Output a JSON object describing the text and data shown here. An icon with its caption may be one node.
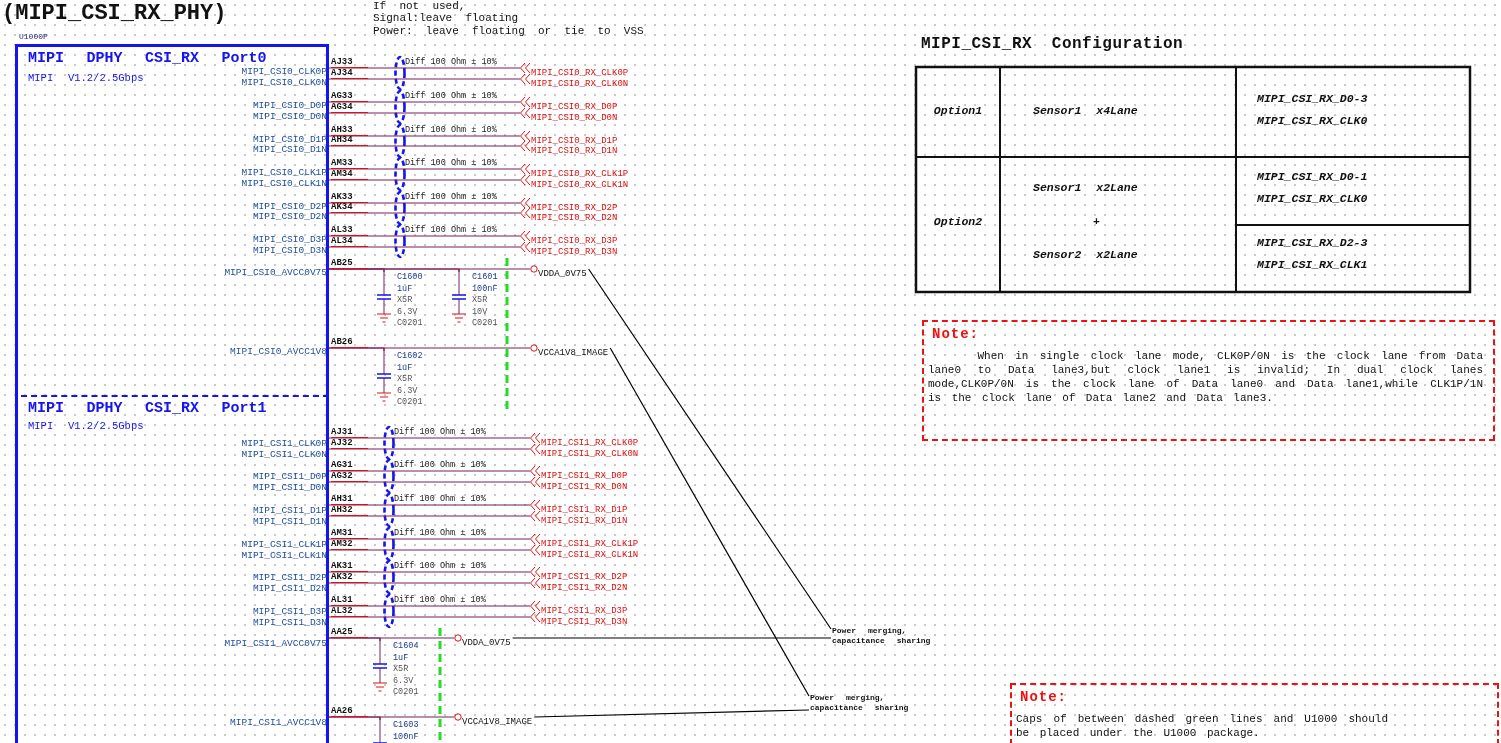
{
  "diagram": {
    "title": "(MIPI_CSI_RX_PHY)",
    "nodes": [
      {
        "text": [
          "U1000P"
        ]
      },
      {
        "text": [
          "MIPI DPHY CSI_RX Port0",
          "MIPI V1.2/2.5Gbps"
        ],
        "in": 0
      },
      {
        "text": [
          "MIPI_CSI0_CLK0P"
        ],
        "beside": [
          "AJ33"
        ],
        "in": 1
      },
      {
        "text": [
          "MIPI_CSI0_CLK0N"
        ],
        "beside": [
          "AJ34"
        ],
        "in": 1
      },
      {
        "text": [
          "MIPI_CSI0_D0P"
        ],
        "beside": [
          "AG33"
        ],
        "in": 1
      },
      {
        "text": [
          "MIPI_CSI0_D0N"
        ],
        "beside": [
          "AG34"
        ],
        "in": 1
      },
      {
        "text": [
          "MIPI_CSI0_D1P"
        ],
        "beside": [
          "AH33"
        ],
        "in": 1
      },
      {
        "text": [
          "MIPI_CSI0_D1N"
        ],
        "beside": [
          "AH34"
        ],
        "in": 1
      },
      {
        "text": [
          "MIPI_CSI0_CLK1P"
        ],
        "beside": [
          "AM33"
        ],
        "in": 1
      },
      {
        "text": [
          "MIPI_CSI0_CLK1N"
        ],
        "beside": [
          "AM34"
        ],
        "in": 1
      },
      {
        "text": [
          "MIPI_CSI0_D2P"
        ],
        "beside": [
          "AK33"
        ],
        "in": 1
      },
      {
        "text": [
          "MIPI_CSI0_D2N"
        ],
        "beside": [
          "AK34"
        ],
        "in": 1
      },
      {
        "text": [
          "MIPI_CSI0_D3P"
        ],
        "beside": [
          "AL33"
        ],
        "in": 1
      },
      {
        "text": [
          "MIPI_CSI0_D3N"
        ],
        "beside": [
          "AL34"
        ],
        "in": 1
      },
      {
        "text": [
          "MIPI_CSI0_AVCC0V75"
        ],
        "beside": [
          "AB25"
        ],
        "in": 1
      },
      {
        "text": [
          "MIPI_CSI0_AVCC1V8"
        ],
        "beside": [
          "AB26"
        ],
        "in": 1
      },
      {
        "text": [
          "MIPI DPHY CSI_RX Port1",
          "MIPI V1.2/2.5Gbps"
        ],
        "in": 0
      },
      {
        "text": [
          "MIPI_CSI1_CLK0P"
        ],
        "beside": [
          "AJ31"
        ],
        "in": 16
      },
      {
        "text": [
          "MIPI_CSI1_CLK0N"
        ],
        "beside": [
          "AJ32"
        ],
        "in": 16
      },
      {
        "text": [
          "MIPI_CSI1_D0P"
        ],
        "beside": [
          "AG31"
        ],
        "in": 16
      },
      {
        "text": [
          "MIPI_CSI1_D0N"
        ],
        "beside": [
          "AG32"
        ],
        "in": 16
      },
      {
        "text": [
          "MIPI_CSI1_D1P"
        ],
        "beside": [
          "AH31"
        ],
        "in": 16
      },
      {
        "text": [
          "MIPI_CSI1_D1N"
        ],
        "beside": [
          "AH32"
        ],
        "in": 16
      },
      {
        "text": [
          "MIPI_CSI1_CLK1P"
        ],
        "beside": [
          "AM31"
        ],
        "in": 16
      },
      {
        "text": [
          "MIPI_CSI1_CLK1N"
        ],
        "beside": [
          "AM32"
        ],
        "in": 16
      },
      {
        "text": [
          "MIPI_CSI1_D2P"
        ],
        "beside": [
          "AK31"
        ],
        "in": 16
      },
      {
        "text": [
          "MIPI_CSI1_D2N"
        ],
        "beside": [
          "AK32"
        ],
        "in": 16
      },
      {
        "text": [
          "MIPI_CSI1_D3P"
        ],
        "beside": [
          "AL31"
        ],
        "in": 16
      },
      {
        "text": [
          "MIPI_CSI1_D3N"
        ],
        "beside": [
          "AL32"
        ],
        "in": 16
      },
      {
        "text": [
          "MIPI_CSI1_AVCC0V75"
        ],
        "beside": [
          "AA25"
        ],
        "in": 16
      },
      {
        "text": [
          "MIPI_CSI1_AVCC1V8"
        ],
        "beside": [
          "AA26"
        ],
        "in": 16
      },
      {
        "text": [
          "MIPI_CSI0_RX_CLK0P"
        ]
      },
      {
        "text": [
          "MIPI_CSI0_RX_CLK0N"
        ]
      },
      {
        "text": [
          "MIPI_CSI0_RX_D0P"
        ]
      },
      {
        "text": [
          "MIPI_CSI0_RX_D0N"
        ]
      },
      {
        "text": [
          "MIPI_CSI0_RX_D1P"
        ]
      },
      {
        "text": [
          "MIPI_CSI0_RX_D1N"
        ]
      },
      {
        "text": [
          "MIPI_CSI0_RX_CLK1P"
        ]
      },
      {
        "text": [
          "MIPI_CSI0_RX_CLK1N"
        ]
      },
      {
        "text": [
          "MIPI_CSI0_RX_D2P"
        ]
      },
      {
        "text": [
          "MIPI_CSI0_RX_D2N"
        ]
      },
      {
        "text": [
          "MIPI_CSI0_RX_D3P"
        ]
      },
      {
        "text": [
          "MIPI_CSI0_RX_D3N"
        ]
      },
      {
        "text": [
          "VDDA_0V75"
        ]
      },
      {
        "text": [
          "VCCA1V8_IMAGE"
        ]
      },
      {
        "text": [
          "C1600",
          "1uF",
          "X5R",
          "6.3V",
          "C0201"
        ]
      },
      {
        "text": [
          "C1601",
          "100nF",
          "X5R",
          "10V",
          "C0201"
        ]
      },
      {
        "text": [
          "C1602",
          "1uF",
          "X5R",
          "6.3V",
          "C0201"
        ]
      },
      {
        "text": [
          "MIPI_CSI1_RX_CLK0P"
        ]
      },
      {
        "text": [
          "MIPI_CSI1_RX_CLK0N"
        ]
      },
      {
        "text": [
          "MIPI_CSI1_RX_D0P"
        ]
      },
      {
        "text": [
          "MIPI_CSI1_RX_D0N"
        ]
      },
      {
        "text": [
          "MIPI_CSI1_RX_D1P"
        ]
      },
      {
        "text": [
          "MIPI_CSI1_RX_D1N"
        ]
      },
      {
        "text": [
          "MIPI_CSI1_RX_CLK1P"
        ]
      },
      {
        "text": [
          "MIPI_CSI1_RX_CLK1N"
        ]
      },
      {
        "text": [
          "MIPI_CSI1_RX_D2P"
        ]
      },
      {
        "text": [
          "MIPI_CSI1_RX_D2N"
        ]
      },
      {
        "text": [
          "MIPI_CSI1_RX_D3P"
        ]
      },
      {
        "text": [
          "MIPI_CSI1_RX_D3N"
        ]
      },
      {
        "text": [
          "VDDA_0V75"
        ]
      },
      {
        "text": [
          "VCCA1V8_IMAGE"
        ]
      },
      {
        "text": [
          "C1604",
          "1uF",
          "X5R",
          "6.3V",
          "C0201"
        ]
      },
      {
        "text": [
          "C1603",
          "100nF"
        ]
      },
      {
        "text": [
          "Power merging, capacitance sharing"
        ]
      },
      {
        "text": [
          "Power merging, capacitance sharing"
        ]
      },
      {
        "text": [
          "Note:",
          "When in single clock lane mode, CLK0P/0N is the clock lane from Data lane0 to Data lane3,but clock lane1 is invalid; In dual clock lanes mode,CLK0P/0N is the clock lane of Data lane0 and Data lane1,while CLK1P/1N is the clock lane of Data lane2 and Data lane3."
        ]
      },
      {
        "text": [
          "Note:",
          "Caps of between dashed green lines and U1000 should be placed under the U1000 package."
        ]
      }
    ],
    "edges": [
      {
        "from": 2,
        "to": 31,
        "arrow": "none"
      },
      {
        "from": 3,
        "to": 32,
        "arrow": "none"
      },
      {
        "from": 4,
        "to": 33,
        "arrow": "none"
      },
      {
        "from": 5,
        "to": 34,
        "arrow": "none"
      },
      {
        "from": 6,
        "to": 35,
        "arrow": "none"
      },
      {
        "from": 7,
        "to": 36,
        "arrow": "none"
      },
      {
        "from": 8,
        "to": 37,
        "arrow": "none"
      },
      {
        "from": 9,
        "to": 38,
        "arrow": "none"
      },
      {
        "from": 10,
        "to": 39,
        "arrow": "none"
      },
      {
        "from": 11,
        "to": 40,
        "arrow": "none"
      },
      {
        "from": 12,
        "to": 41,
        "arrow": "none"
      },
      {
        "from": 13,
        "to": 42,
        "arrow": "none"
      },
      {
        "from": 14,
        "to": 43,
        "arrow": "none"
      },
      {
        "from": 15,
        "to": 44,
        "arrow": "none"
      },
      {
        "from": 14,
        "to": 45,
        "arrow": "none"
      },
      {
        "from": 14,
        "to": 46,
        "arrow": "none"
      },
      {
        "from": 15,
        "to": 47,
        "arrow": "none"
      },
      {
        "from": 17,
        "to": 48,
        "arrow": "none"
      },
      {
        "from": 18,
        "to": 49,
        "arrow": "none"
      },
      {
        "from": 19,
        "to": 50,
        "arrow": "none"
      },
      {
        "from": 20,
        "to": 51,
        "arrow": "none"
      },
      {
        "from": 21,
        "to": 52,
        "arrow": "none"
      },
      {
        "from": 22,
        "to": 53,
        "arrow": "none"
      },
      {
        "from": 23,
        "to": 54,
        "arrow": "none"
      },
      {
        "from": 24,
        "to": 55,
        "arrow": "none"
      },
      {
        "from": 25,
        "to": 56,
        "arrow": "none"
      },
      {
        "from": 26,
        "to": 57,
        "arrow": "none"
      },
      {
        "from": 27,
        "to": 58,
        "arrow": "none"
      },
      {
        "from": 28,
        "to": 59,
        "arrow": "none"
      },
      {
        "from": 29,
        "to": 60,
        "arrow": "none"
      },
      {
        "from": 30,
        "to": 61,
        "arrow": "none"
      },
      {
        "from": 29,
        "to": 62,
        "arrow": "none"
      },
      {
        "from": 30,
        "to": 63,
        "arrow": "none"
      },
      {
        "from": 43,
        "to": 64,
        "arrow": "none",
        "color": "#000000"
      },
      {
        "from": 60,
        "to": 64,
        "arrow": "none",
        "color": "#000000"
      },
      {
        "from": 44,
        "to": 65,
        "arrow": "none",
        "color": "#000000"
      },
      {
        "from": 61,
        "to": 65,
        "arrow": "none",
        "color": "#000000"
      }
    ],
    "labels": [
      "If not used,",
      "Signal:leave floating",
      "Power: leave floating or tie to VSS",
      "MIPI_CSI_RX Configuration",
      "Option1",
      "Sensor1 x4Lane",
      "MIPI_CSI_RX_D0-3 MIPI_CSI_RX_CLK0",
      "Option2",
      "Sensor1 x2Lane",
      "+",
      "Sensor2 x2Lane",
      "MIPI_CSI_RX_D0-1 MIPI_CSI_RX_CLK0",
      "MIPI_CSI_RX_D2-3 MIPI_CSI_RX_CLK1",
      "Diff 100 Ohm ± 10%",
      "Diff 100 Ohm ± 10%",
      "Diff 100 Ohm ± 10%",
      "Diff 100 Ohm ± 10%",
      "Diff 100 Ohm ± 10%",
      "Diff 100 Ohm ± 10%",
      "Diff 100 Ohm ± 10%",
      "Diff 100 Ohm ± 10%",
      "Diff 100 Ohm ± 10%",
      "Diff 100 Ohm ± 10%",
      "Diff 100 Ohm ± 10%",
      "Diff 100 Ohm ± 10%"
    ]
  }
}
